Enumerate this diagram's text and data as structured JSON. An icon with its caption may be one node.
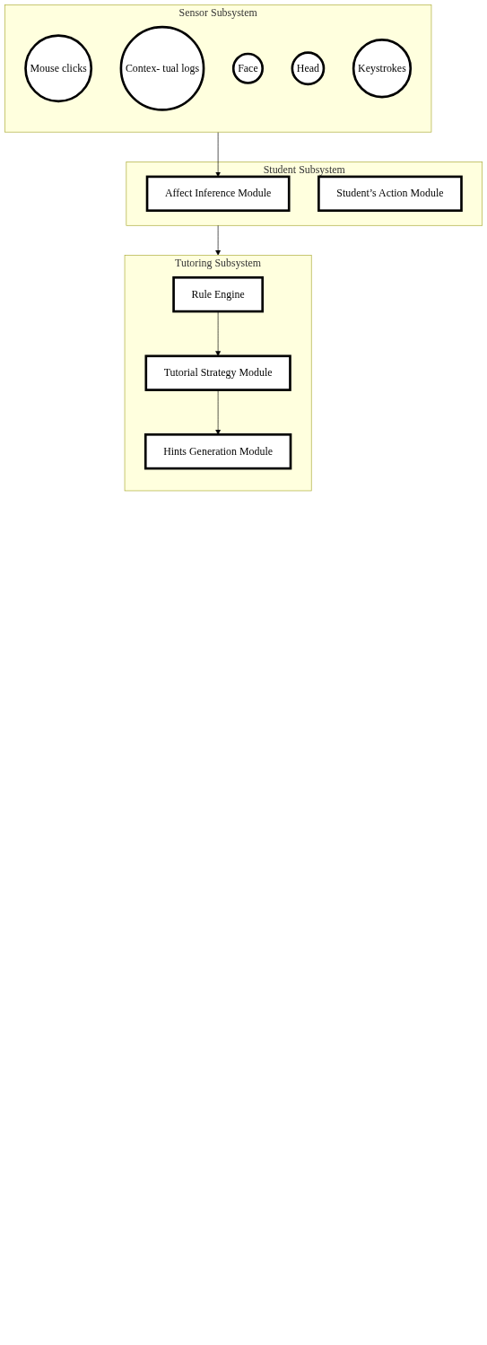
{
  "diagram": {
    "nodes": [
      {
        "text": [
          "Sensor Subsystem"
        ]
      },
      {
        "text": [
          "Mouse clicks"
        ],
        "in": 0
      },
      {
        "text": [
          "Contex- tual logs"
        ],
        "in": 0
      },
      {
        "text": [
          "Face"
        ],
        "in": 0
      },
      {
        "text": [
          "Head"
        ],
        "in": 0
      },
      {
        "text": [
          "Keystrokes"
        ],
        "in": 0
      },
      {
        "text": [
          "Student Subsystem"
        ]
      },
      {
        "text": [
          "Affect Inference Module"
        ],
        "in": 6
      },
      {
        "text": [
          "Student’s Action Module"
        ],
        "in": 6
      },
      {
        "text": [
          "Tutoring Subsystem"
        ]
      },
      {
        "text": [
          "Rule Engine"
        ],
        "in": 9
      },
      {
        "text": [
          "Tutorial Strategy Module"
        ],
        "in": 9
      },
      {
        "text": [
          "Hints Generation Module"
        ],
        "in": 9
      }
    ],
    "edges": [
      {
        "from": 0,
        "to": 7,
        "arrow": "to"
      },
      {
        "from": 6,
        "to": 9,
        "arrow": "to"
      },
      {
        "from": 10,
        "to": 11,
        "arrow": "to"
      },
      {
        "from": 11,
        "to": 12,
        "arrow": "to"
      }
    ]
  }
}
